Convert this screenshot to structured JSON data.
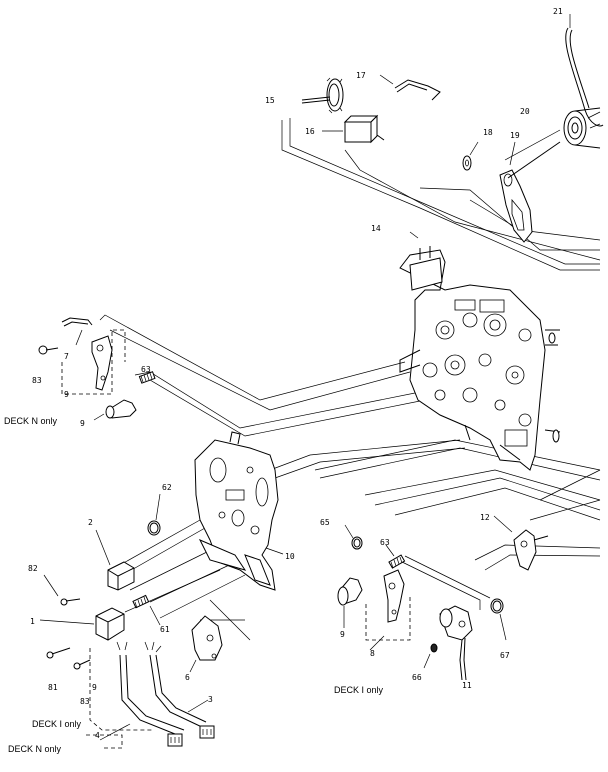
{
  "labels": {
    "l21": "21",
    "l17": "17",
    "l15": "15",
    "l16": "16",
    "l20": "20",
    "l18": "18",
    "l19": "19",
    "l14": "14",
    "l7": "7",
    "l83a": "83",
    "l9a": "9",
    "l63a": "63",
    "l62": "62",
    "l2": "2",
    "l10": "10",
    "l65": "65",
    "l63b": "63",
    "l12": "12",
    "l82": "82",
    "l1": "1",
    "l61": "61",
    "l9b": "9",
    "l67": "67",
    "l81": "81",
    "l83b": "83",
    "l6": "6",
    "l8": "8",
    "l66": "66",
    "l11": "11",
    "l3": "3",
    "l4": "4"
  },
  "notes": {
    "deck_n_only_top": "DECK N only",
    "deck_i_only_right": "DECK I only",
    "deck_i_only_left": "DECK I only",
    "deck_n_only_bottom": "DECK N only"
  }
}
